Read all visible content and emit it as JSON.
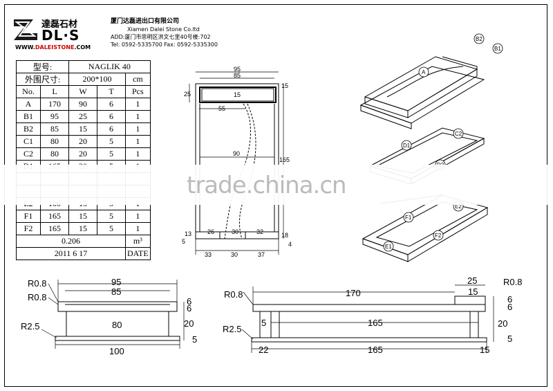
{
  "company": {
    "logo_text": "DL·S",
    "logo_cn": "達磊石材",
    "name_cn": "厦门达磊进出口有限公司",
    "name_en": "Xiamen Dalei Stone Co.ltd",
    "address": "ADD:厦门市思明区洪文七里40号楼:702",
    "contact": "Tel: 0592-5335700 Fax: 0592-5335300",
    "website_prefix": "WWW.",
    "website_brand": "DALEISTONE",
    "website_suffix": ".COM"
  },
  "spec": {
    "model_label": "型号:",
    "model_value": "NAGLIK 40",
    "size_label": "外围尺寸:",
    "size_value": "200*100",
    "size_unit": "cm",
    "headers": [
      "No.",
      "L",
      "W",
      "T",
      "Pcs"
    ],
    "rows": [
      [
        "A",
        "170",
        "90",
        "6",
        "1"
      ],
      [
        "B1",
        "95",
        "25",
        "6",
        "1"
      ],
      [
        "B2",
        "85",
        "15",
        "6",
        "1"
      ],
      [
        "C1",
        "80",
        "20",
        "5",
        "1"
      ],
      [
        "C2",
        "80",
        "20",
        "5",
        "1"
      ],
      [
        "D1",
        "165",
        "20",
        "5",
        "1"
      ],
      [
        "",
        "",
        "",
        "",
        ""
      ],
      [
        "",
        "",
        "",
        "",
        ""
      ],
      [
        "E2",
        "100",
        "15",
        "5",
        "1"
      ],
      [
        "F1",
        "165",
        "15",
        "5",
        "1"
      ],
      [
        "F2",
        "165",
        "15",
        "5",
        "1"
      ]
    ],
    "volume": "0.206",
    "volume_unit": "m³",
    "date": "2011 6 17",
    "date_label": "DATE"
  },
  "plan_dims": {
    "w_outer": "95",
    "w_inner": "85",
    "d25": "25",
    "d15a": "15",
    "d15b": "15",
    "d55": "55",
    "d90": "90",
    "d165": "165",
    "d13": "13",
    "d26": "26",
    "d30a": "30",
    "d32": "32",
    "d18": "18",
    "d5": "5",
    "d4": "4",
    "d33": "33",
    "d30b": "30",
    "d37": "37"
  },
  "iso_labels": [
    "B2",
    "B1",
    "A",
    "C2",
    "D1",
    "D2",
    "E2",
    "F1",
    "F2",
    "E1"
  ],
  "front_dims": {
    "r08a": "R0.8",
    "r08b": "R0.8",
    "w95": "95",
    "w85": "85",
    "t6a": "6",
    "t6b": "6",
    "r25": "R2.5",
    "w80": "80",
    "h20": "20",
    "h5": "5",
    "w100": "100"
  },
  "side_dims": {
    "r08a": "R0.8",
    "r08b": "R0.8",
    "l170": "170",
    "w25": "25",
    "w15": "15",
    "t6a": "6",
    "t6b": "6",
    "r25": "R2.5",
    "d5": "5",
    "l165a": "165",
    "h20": "20",
    "h5": "5",
    "d22": "22",
    "l165b": "165",
    "d15": "15"
  },
  "watermark": "trade.china.cn"
}
